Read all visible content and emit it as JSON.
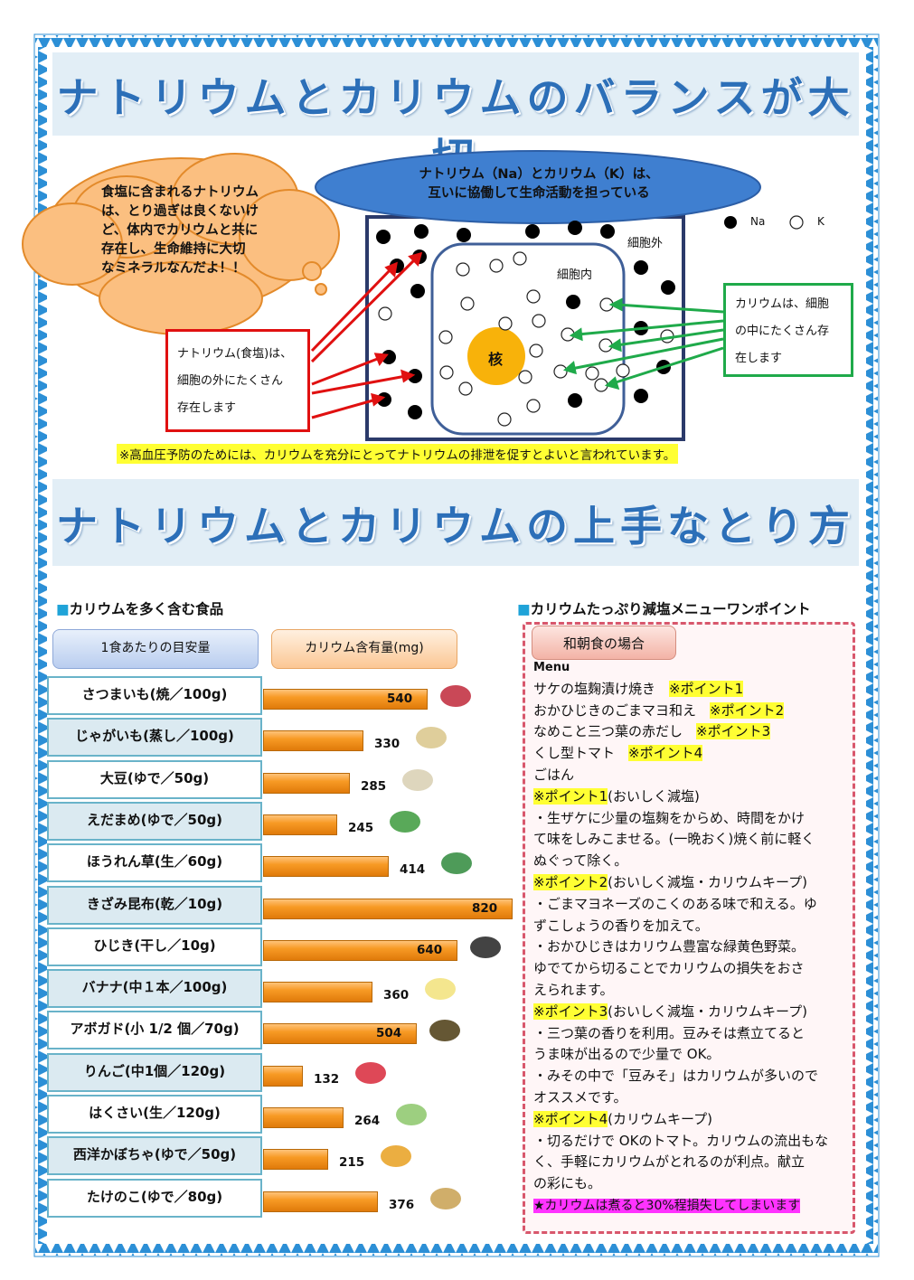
{
  "titles": {
    "top": "ナトリウムとカリウムのバランスが大切",
    "middle": "ナトリウムとカリウムの上手なとり方"
  },
  "cloud": {
    "lines": [
      "食塩に含まれるナトリウム",
      "は、とり過ぎは良くないけ",
      "ど、体内でカリウムと共に",
      "存在し、生命維持に大切",
      "なミネラルなんだよ！！"
    ]
  },
  "ellipse": {
    "lines": [
      "ナトリウム（Na）とカリウム（K）は、",
      "互いに協働して生命活動を担っている"
    ]
  },
  "diagram": {
    "outer_label": "細胞外",
    "inner_label": "細胞内",
    "nucleus": "核",
    "legend_na": "Na",
    "legend_k": "K",
    "red_box": [
      "ナトリウム(食塩)は、",
      "細胞の外にたくさん",
      "存在します"
    ],
    "green_box": [
      "カリウムは、細胞",
      "の中にたくさん存",
      "在します"
    ]
  },
  "note": "※高血圧予防のためには、カリウムを充分にとってナトリウムの排泄を促すとよいと言われています。",
  "foods": {
    "heading": "カリウムを多く含む食品",
    "col1": "1食あたりの目安量",
    "col2": "カリウム含有量(mg)",
    "items": [
      {
        "label": "さつまいも(焼／100g)",
        "value": 540,
        "value_text": "540",
        "icon": "sweet-potato"
      },
      {
        "label": "じゃがいも(蒸し／100g)",
        "value": 330,
        "value_text": "330",
        "icon": "potato"
      },
      {
        "label": "大豆(ゆで／50g)",
        "value": 285,
        "value_text": "285",
        "icon": "soybean"
      },
      {
        "label": "えだまめ(ゆで／50g)",
        "value": 245,
        "value_text": "245",
        "icon": "edamame"
      },
      {
        "label": "ほうれん草(生／60g)",
        "value": 414,
        "value_text": "414",
        "icon": "spinach"
      },
      {
        "label": "きざみ昆布(乾／10g)",
        "value": 820,
        "value_text": "820",
        "icon": ""
      },
      {
        "label": "ひじき(干し／10g)",
        "value": 640,
        "value_text": "640",
        "icon": "hijiki"
      },
      {
        "label": "バナナ(中１本／100g)",
        "value": 360,
        "value_text": "360",
        "icon": "banana"
      },
      {
        "label": "アボガド(小 1/2 個／70g)",
        "value": 504,
        "value_text": "504",
        "icon": "avocado"
      },
      {
        "label": "りんご(中1個／120g)",
        "value": 132,
        "value_text": "132",
        "icon": "apple"
      },
      {
        "label": "はくさい(生／120g)",
        "value": 264,
        "value_text": "264",
        "icon": "chinese-cabbage"
      },
      {
        "label": "西洋かぼちゃ(ゆで／50g)",
        "value": 215,
        "value_text": "215",
        "icon": "pumpkin"
      },
      {
        "label": "たけのこ(ゆで／80g)",
        "value": 376,
        "value_text": "376",
        "icon": "bamboo-shoot"
      }
    ]
  },
  "menu": {
    "heading": "カリウムたっぷり減塩メニューワンポイント",
    "tag": "和朝食の場合",
    "menu_label": "Menu",
    "dishes": [
      {
        "name": "サケの塩麹漬け焼き",
        "point": "※ポイント1"
      },
      {
        "name": "おかひじきのごまマヨ和え",
        "point": "※ポイント2"
      },
      {
        "name": "なめこと三つ葉の赤だし",
        "point": "※ポイント3"
      },
      {
        "name": "くし型トマト",
        "point": "※ポイント4"
      },
      {
        "name": "ごはん",
        "point": ""
      }
    ],
    "points": [
      {
        "title": "※ポイント1",
        "sub": "(おいしく減塩)",
        "lines": [
          "・生ザケに少量の塩麹をからめ、時間をかけ",
          "て味をしみこませる。(一晩おく)焼く前に軽く",
          "ぬぐって除く。"
        ]
      },
      {
        "title": "※ポイント2",
        "sub": "(おいしく減塩・カリウムキープ)",
        "lines": [
          "・ごまマヨネーズのこくのある味で和える。ゆ",
          "ずこしょうの香りを加えて。",
          "・おかひじきはカリウム豊富な緑黄色野菜。",
          "ゆでてから切ることでカリウムの損失をおさ",
          "えられます。"
        ]
      },
      {
        "title": "※ポイント3",
        "sub": "(おいしく減塩・カリウムキープ)",
        "lines": [
          "・三つ葉の香りを利用。豆みそは煮立てると",
          "うま味が出るので少量で OK。",
          "・みその中で「豆みそ」はカリウムが多いので",
          "オススメです。"
        ]
      },
      {
        "title": "※ポイント4",
        "sub": "(カリウムキープ)",
        "lines": [
          "・切るだけで OKのトマト。カリウムの流出もな",
          "く、手軽にカリウムがとれるのが利点。献立",
          "の彩にも。"
        ]
      }
    ],
    "footer": "★カリウムは煮ると30%程損失してしまいます"
  },
  "colors": {
    "frame_blue": "#2c8fd6",
    "title_blue": "#2c6fb8",
    "bar_orange": "#f79a24",
    "highlight_yellow": "#ffff33",
    "highlight_magenta": "#ff33ff"
  }
}
